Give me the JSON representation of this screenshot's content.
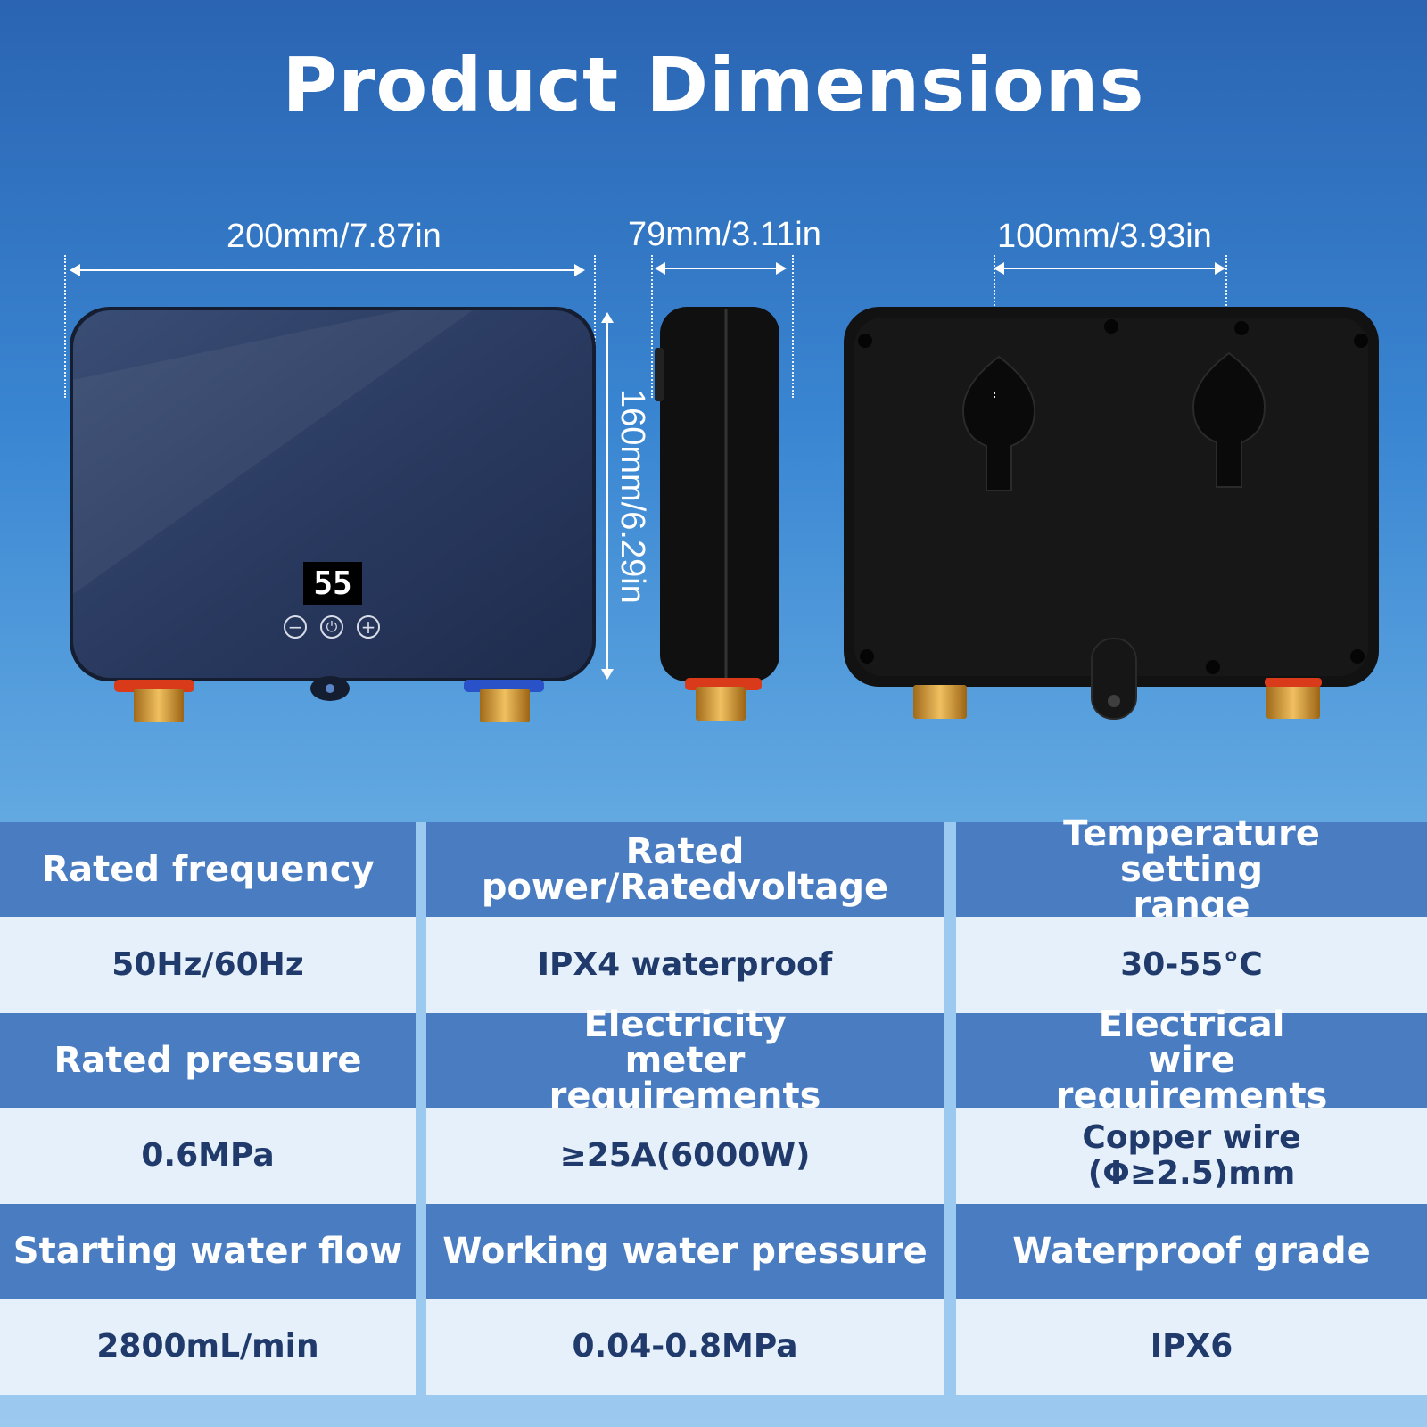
{
  "title": "Product Dimensions",
  "dimensions": {
    "front_width": "200mm/7.87in",
    "side_depth": "79mm/3.11in",
    "back_mount_spacing": "100mm/3.93in",
    "height": "160mm/6.29in"
  },
  "display": {
    "temperature": "55"
  },
  "specs": [
    {
      "label": "Rated frequency",
      "value": "50Hz/60Hz"
    },
    {
      "label": "Rated power/Ratedvoltage",
      "value": "IPX4 waterproof"
    },
    {
      "label": "Temperature setting range",
      "value": "30-55°C"
    },
    {
      "label": "Rated pressure",
      "value": "0.6MPa"
    },
    {
      "label": "Electricity meter requirements",
      "value": "≥25A(6000W)"
    },
    {
      "label": "Electrical wire requirements",
      "value": "Copper wire (Φ≥2.5)mm"
    },
    {
      "label": "Starting water flow",
      "value": "2800mL/min"
    },
    {
      "label": "Working water pressure",
      "value": "0.04-0.8MPa"
    },
    {
      "label": "Waterproof grade",
      "value": "IPX6"
    }
  ]
}
